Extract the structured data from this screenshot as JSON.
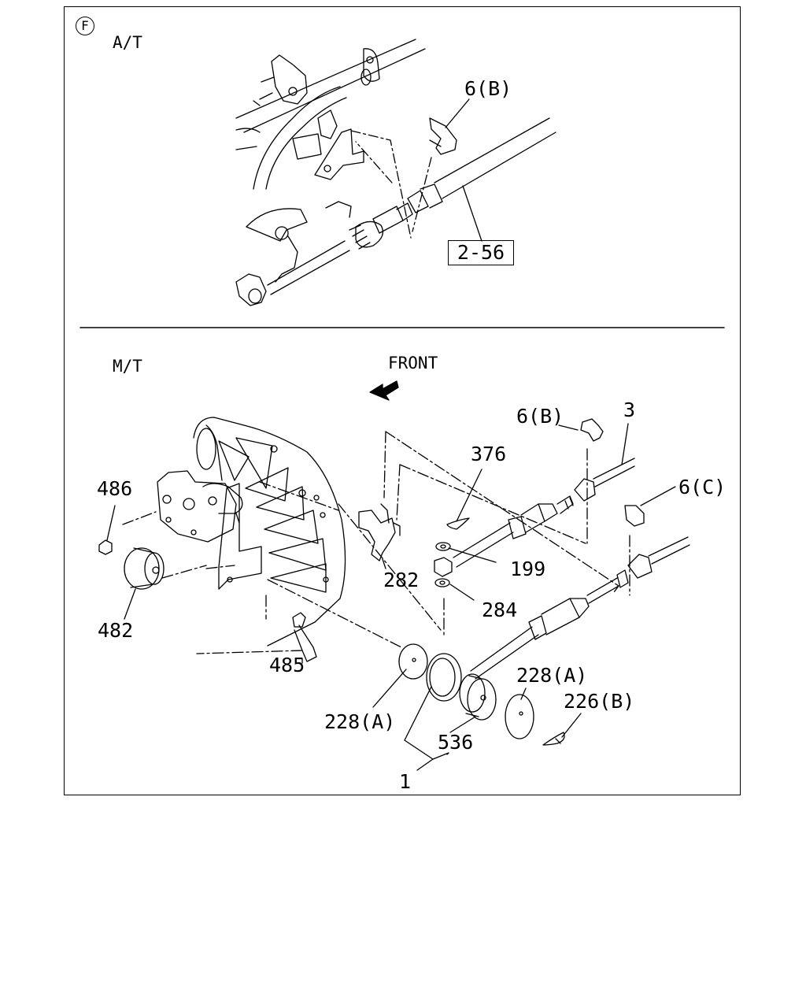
{
  "section_marker": "F",
  "at_section": {
    "title": "A/T",
    "labels": {
      "clip": "6(B)",
      "reference": "2-56"
    }
  },
  "mt_section": {
    "title": "M/T",
    "front_label": "FRONT",
    "labels": {
      "clip_b": "6(B)",
      "cable": "3",
      "pin_376": "376",
      "clip_c": "6(C)",
      "nut_486": "486",
      "bracket_282": "282",
      "washer_199": "199",
      "washer_284": "284",
      "cushion_482": "482",
      "bolt_485": "485",
      "plate_228a_left": "228(A)",
      "plate_228a_right": "228(A)",
      "pin_226b": "226(B)",
      "bushing_536": "536",
      "assembly_1": "1"
    }
  }
}
